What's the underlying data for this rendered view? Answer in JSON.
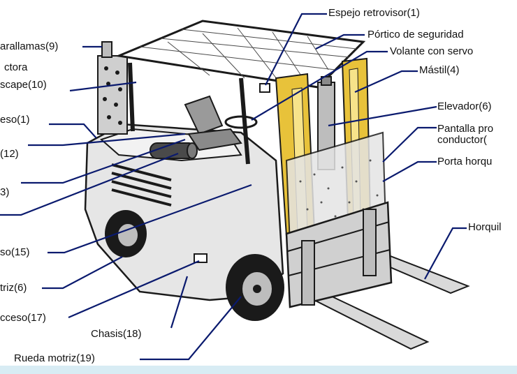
{
  "colors": {
    "mast": "#e8c23a",
    "body": "#e6e6e6",
    "outline": "#1a1a1a",
    "leader": "#0a1a6e",
    "strip": "#d8ecf4"
  },
  "labels": {
    "espejo": "Espejo retrovisor(1)",
    "portico": "Pórtico de seguridad",
    "volante": "Volante con servo",
    "mastil": "Mástil(4)",
    "elevador": "Elevador(6)",
    "pantalla1": "Pantalla pro",
    "pantalla2": "conductor(",
    "porta": "Porta horqu",
    "horquillas": "Horquil",
    "parallamas": "arallamas(9)",
    "ctora": "ctora",
    "escape": "scape(10)",
    "peso": "eso(1)",
    "l12": "(12)",
    "l3": "3)",
    "l15": "so(15)",
    "motriz6": "triz(6)",
    "acceso": "cceso(17)",
    "chasis": "Chasis(18)",
    "rueda": "Rueda motriz(19)"
  }
}
